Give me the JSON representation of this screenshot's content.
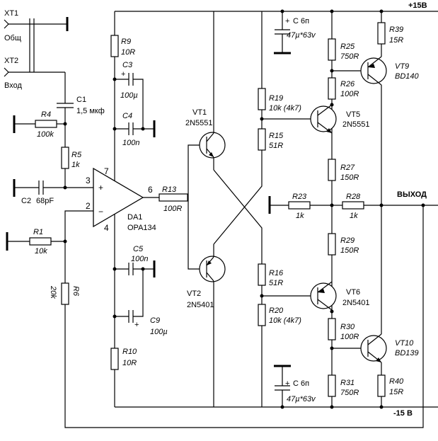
{
  "connectors": {
    "xt1": "XT1",
    "xt1_sub": "Общ",
    "xt2": "XT2",
    "xt2_sub": "Вход"
  },
  "rails": {
    "positive": "+15В",
    "negative": "-15 В",
    "output": "ВЫХОД"
  },
  "opamp": {
    "name": "DA1",
    "part": "OPA134",
    "pin_in_plus": "3",
    "pin_in_minus": "2",
    "pin_out": "6",
    "pin_vplus": "7",
    "pin_vminus": "4",
    "plus_sign": "+",
    "minus_sign": "−"
  },
  "components": {
    "c1": {
      "name": "C1",
      "value": "1,5 мкф"
    },
    "c2": {
      "name": "C2",
      "value": "68pF"
    },
    "r4": {
      "name": "R4",
      "value": "100k"
    },
    "r5": {
      "name": "R5",
      "value": "1k"
    },
    "r1": {
      "name": "R1",
      "value": "10k"
    },
    "r6": {
      "name": "R6",
      "value": "20k"
    },
    "r9": {
      "name": "R9",
      "value": "10R"
    },
    "c3": {
      "name": "C3",
      "value": "100µ",
      "polarity": "+"
    },
    "c4": {
      "name": "C4",
      "value": "100n"
    },
    "r13": {
      "name": "R13",
      "value": "100R"
    },
    "c5": {
      "name": "C5",
      "value": "100n"
    },
    "c9": {
      "name": "C9",
      "value": "100µ",
      "polarity": "+"
    },
    "r10": {
      "name": "R10",
      "value": "10R"
    },
    "vt1": {
      "name": "VT1",
      "part": "2N5551"
    },
    "vt2": {
      "name": "VT2",
      "part": "2N5401"
    },
    "r19": {
      "name": "R19",
      "value": "10k (4k7)"
    },
    "r15": {
      "name": "R15",
      "value": "51R"
    },
    "r16": {
      "name": "R16",
      "value": "51R"
    },
    "r20": {
      "name": "R20",
      "value": "10k (4k7)"
    },
    "c6_top": {
      "name": "С 6п",
      "value": "47µ*63v",
      "polarity": "+"
    },
    "c6_bot": {
      "name": "С 6п",
      "value": "47µ*63v",
      "polarity": "+"
    },
    "r25": {
      "name": "R25",
      "value": "750R"
    },
    "r26": {
      "name": "R26",
      "value": "100R"
    },
    "vt5": {
      "name": "VT5",
      "part": "2N5551"
    },
    "r27": {
      "name": "R27",
      "value": "150R"
    },
    "r23": {
      "name": "R23",
      "value": "1k"
    },
    "r28": {
      "name": "R28",
      "value": "1k"
    },
    "r29": {
      "name": "R29",
      "value": "150R"
    },
    "vt6": {
      "name": "VT6",
      "part": "2N5401"
    },
    "r30": {
      "name": "R30",
      "value": "100R"
    },
    "r31": {
      "name": "R31",
      "value": "750R"
    },
    "r39": {
      "name": "R39",
      "value": "15R"
    },
    "vt9": {
      "name": "VT9",
      "part": "BD140"
    },
    "vt10": {
      "name": "VT10",
      "part": "BD139"
    },
    "r40": {
      "name": "R40",
      "value": "15R"
    }
  }
}
